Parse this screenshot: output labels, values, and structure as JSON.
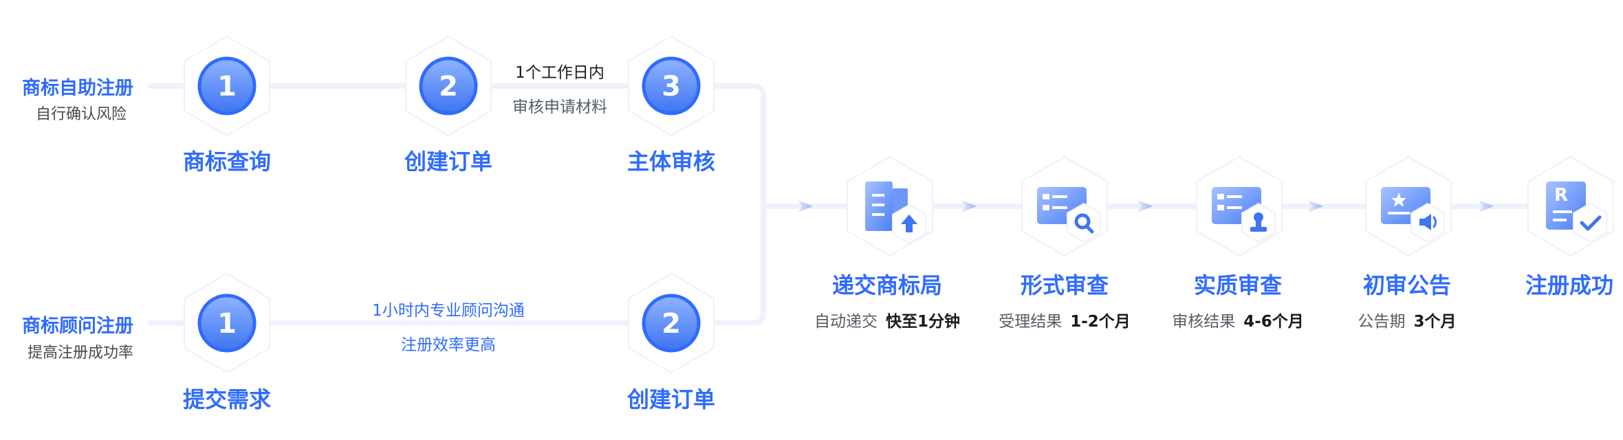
{
  "self_track": {
    "label": "商标自助注册",
    "sub": "自行确认风险",
    "steps": [
      {
        "number": "1",
        "title": "商标查询"
      },
      {
        "number": "2",
        "title": "创建订单"
      },
      {
        "number": "3",
        "title": "主体审核"
      }
    ],
    "note_top": "1个工作日内",
    "note_bottom": "审核申请材料"
  },
  "consultant_track": {
    "label": "商标顾问注册",
    "sub": "提高注册成功率",
    "steps": [
      {
        "number": "1",
        "title": "提交需求"
      },
      {
        "number": "2",
        "title": "创建订单"
      }
    ],
    "note_top": "1小时内专业顾问沟通",
    "note_bottom": "注册效率更高"
  },
  "stages": [
    {
      "icon": "building-upload-icon",
      "title": "递交商标局",
      "sub_label": "自动递交",
      "sub_value": "快至1分钟"
    },
    {
      "icon": "document-search-icon",
      "title": "形式审查",
      "sub_label": "受理结果",
      "sub_value": "1-2个月"
    },
    {
      "icon": "document-stamp-icon",
      "title": "实质审查",
      "sub_label": "审核结果",
      "sub_value": "4-6个月"
    },
    {
      "icon": "announcement-speaker-icon",
      "title": "初审公告",
      "sub_label": "公告期",
      "sub_value": "3个月"
    },
    {
      "icon": "registered-check-icon",
      "title": "注册成功",
      "sub_label": "",
      "sub_value": ""
    }
  ],
  "colors": {
    "accent": "#2f6bff",
    "line": "#eef2fa",
    "hex_border": "#eef1f7"
  }
}
